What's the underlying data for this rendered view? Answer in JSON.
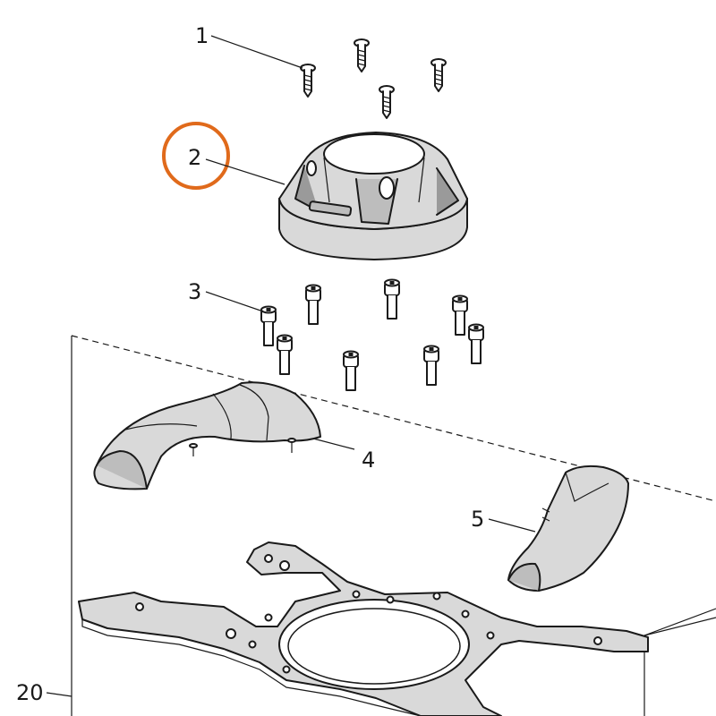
{
  "diagram": {
    "callouts": [
      {
        "id": "c1",
        "label": "1"
      },
      {
        "id": "c2",
        "label": "2"
      },
      {
        "id": "c3",
        "label": "3"
      },
      {
        "id": "c4",
        "label": "4"
      },
      {
        "id": "c5",
        "label": "5"
      },
      {
        "id": "c20",
        "label": "20"
      }
    ],
    "highlight": {
      "target": "2",
      "color": "#e06a1b"
    },
    "line_color": "#1a1a1a"
  }
}
